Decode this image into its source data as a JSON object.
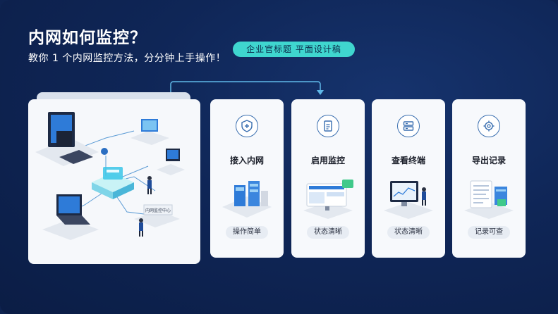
{
  "header": {
    "title": "内网如何监控？",
    "subtitle": "教你 1 个内网监控方法，分分钟上手操作！",
    "tag": "企业官标题 平面设计稿"
  },
  "hero": {
    "sign_text": "内网监控中心"
  },
  "cards": [
    {
      "label": "接入内网",
      "pill": "操作简单",
      "icon": "shield-icon"
    },
    {
      "label": "启用监控",
      "pill": "状态清晰",
      "icon": "document-icon"
    },
    {
      "label": "查看终端",
      "pill": "状态清晰",
      "icon": "server-icon"
    },
    {
      "label": "导出记录",
      "pill": "记录可查",
      "icon": "gear-icon"
    }
  ],
  "colors": {
    "background": "#0f2657",
    "accent_teal": "#3fd6cf",
    "card": "#f7f9fc",
    "icon_blue": "#3a6fb0"
  }
}
